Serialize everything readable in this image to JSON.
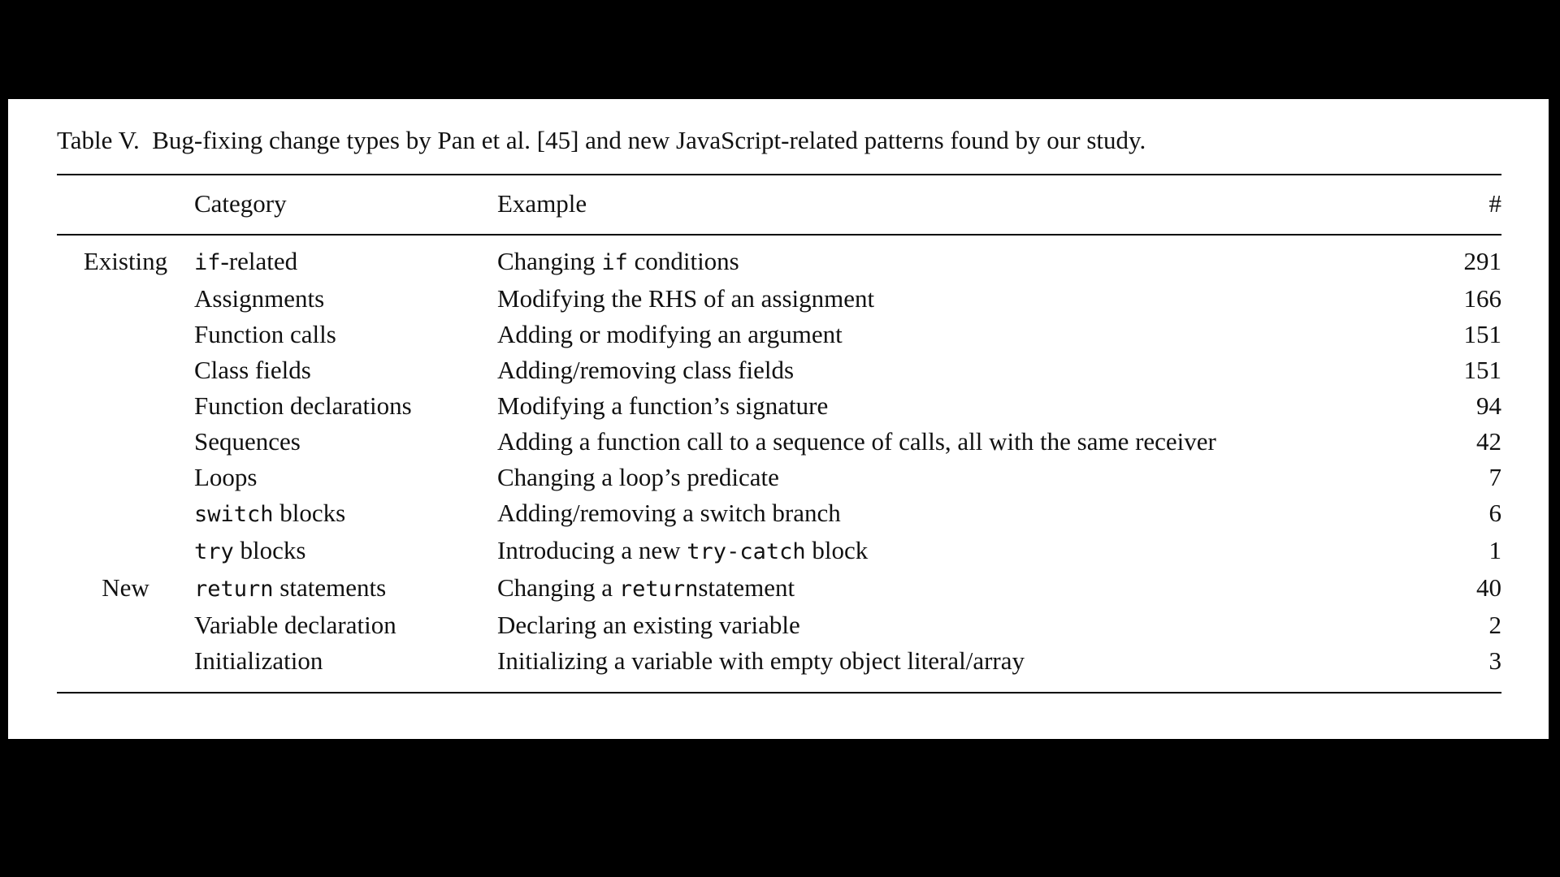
{
  "table": {
    "caption": "Table V.  Bug-fixing change types by Pan et al. [45] and new JavaScript-related patterns found by our study.",
    "headers": {
      "group": "",
      "category": "Category",
      "example": "Example",
      "count": "#"
    },
    "rows": [
      {
        "group": "Existing",
        "category": [
          {
            "t": "if",
            "m": true
          },
          {
            "t": "-related",
            "m": false
          }
        ],
        "example": [
          {
            "t": "Changing ",
            "m": false
          },
          {
            "t": "if",
            "m": true
          },
          {
            "t": " conditions",
            "m": false
          }
        ],
        "count": "291"
      },
      {
        "group": "",
        "category": "Assignments",
        "example": "Modifying the RHS of an assignment",
        "count": "166"
      },
      {
        "group": "",
        "category": "Function calls",
        "example": "Adding or modifying an argument",
        "count": "151"
      },
      {
        "group": "",
        "category": "Class fields",
        "example": "Adding/removing class fields",
        "count": "151"
      },
      {
        "group": "",
        "category": "Function declarations",
        "example": "Modifying a function’s signature",
        "count": "94"
      },
      {
        "group": "",
        "category": "Sequences",
        "example": "Adding a function call to a sequence of calls, all with the same receiver",
        "count": "42"
      },
      {
        "group": "",
        "category": "Loops",
        "example": "Changing a loop’s predicate",
        "count": "7"
      },
      {
        "group": "",
        "category": [
          {
            "t": "switch",
            "m": true
          },
          {
            "t": " blocks",
            "m": false
          }
        ],
        "example": "Adding/removing a switch branch",
        "count": "6"
      },
      {
        "group": "",
        "category": [
          {
            "t": "try",
            "m": true
          },
          {
            "t": " blocks",
            "m": false
          }
        ],
        "example": [
          {
            "t": "Introducing a new ",
            "m": false
          },
          {
            "t": "try-catch",
            "m": true
          },
          {
            "t": " block",
            "m": false
          }
        ],
        "count": "1"
      },
      {
        "group": "New",
        "category": [
          {
            "t": "return",
            "m": true
          },
          {
            "t": " statements",
            "m": false
          }
        ],
        "example": [
          {
            "t": "Changing a ",
            "m": false
          },
          {
            "t": "return",
            "m": true
          },
          {
            "t": "statement",
            "m": false
          }
        ],
        "count": "40"
      },
      {
        "group": "",
        "category": "Variable declaration",
        "example": "Declaring an existing variable",
        "count": "2"
      },
      {
        "group": "",
        "category": "Initialization",
        "example": "Initializing a variable with empty object literal/array",
        "count": "3"
      }
    ]
  }
}
